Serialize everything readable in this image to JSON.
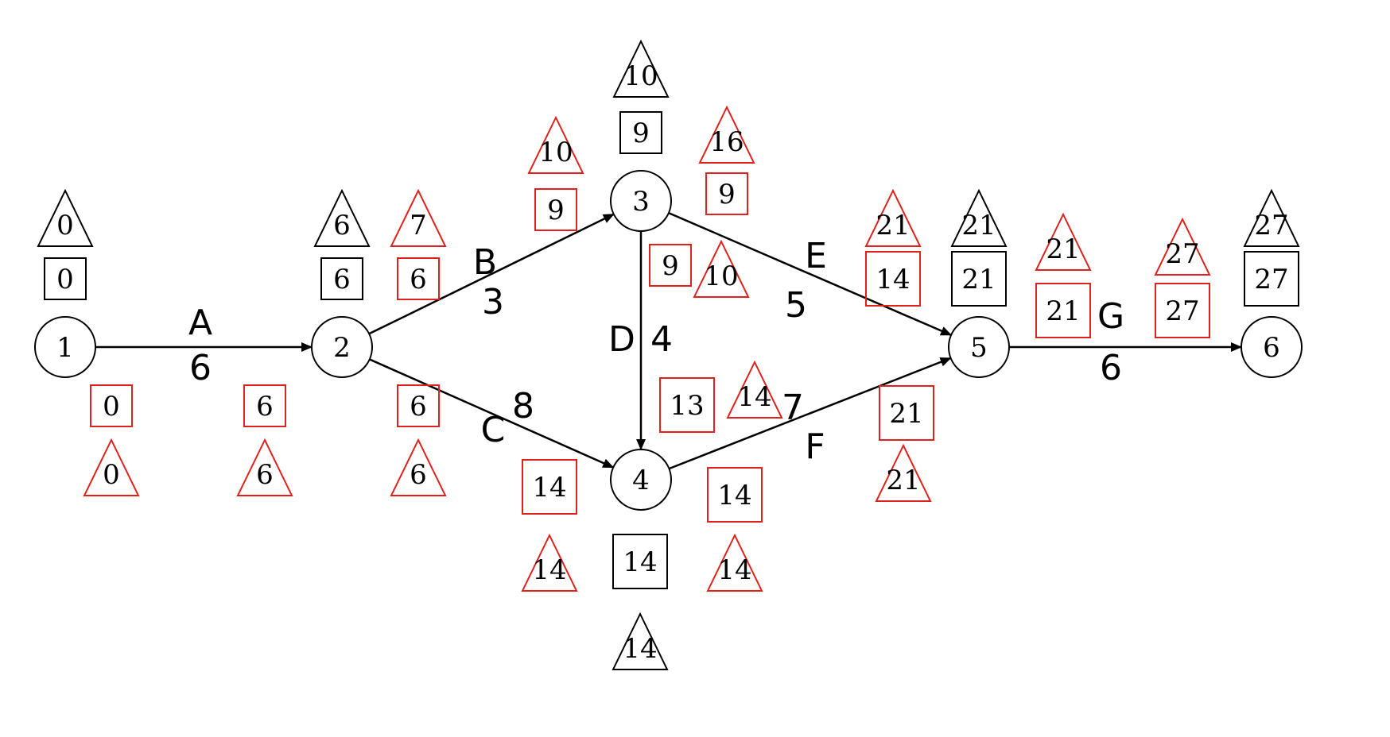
{
  "colors": {
    "black": "#000000",
    "red": "#e0201b"
  },
  "nodes": [
    {
      "id": "1",
      "label": "1"
    },
    {
      "id": "2",
      "label": "2"
    },
    {
      "id": "3",
      "label": "3"
    },
    {
      "id": "4",
      "label": "4"
    },
    {
      "id": "5",
      "label": "5"
    },
    {
      "id": "6",
      "label": "6"
    }
  ],
  "activities": [
    {
      "id": "A",
      "from": "1",
      "to": "2",
      "name": "A",
      "duration": "6"
    },
    {
      "id": "B",
      "from": "2",
      "to": "3",
      "name": "B",
      "duration": "3"
    },
    {
      "id": "C",
      "from": "2",
      "to": "4",
      "name": "C",
      "duration": "8"
    },
    {
      "id": "D",
      "from": "3",
      "to": "4",
      "name": "D",
      "duration": "4"
    },
    {
      "id": "E",
      "from": "3",
      "to": "5",
      "name": "E",
      "duration": "5"
    },
    {
      "id": "F",
      "from": "4",
      "to": "5",
      "name": "F",
      "duration": "7"
    },
    {
      "id": "G",
      "from": "5",
      "to": "6",
      "name": "G",
      "duration": "6"
    }
  ],
  "node_times": [
    {
      "node": "1",
      "square": "0",
      "triangle": "0"
    },
    {
      "node": "2",
      "square": "6",
      "triangle": "6"
    },
    {
      "node": "3",
      "square": "9",
      "triangle": "10"
    },
    {
      "node": "4",
      "square": "14",
      "triangle": "14"
    },
    {
      "node": "5",
      "square": "21",
      "triangle": "21"
    },
    {
      "node": "6",
      "square": "27",
      "triangle": "27"
    }
  ],
  "activity_times": [
    {
      "id": "A-start",
      "square": "0",
      "triangle": "0"
    },
    {
      "id": "A-end",
      "square": "6",
      "triangle": "6"
    },
    {
      "id": "B-start",
      "square": "6",
      "triangle": "7"
    },
    {
      "id": "B-end",
      "square": "9",
      "triangle": "10"
    },
    {
      "id": "C-start",
      "square": "6",
      "triangle": "6"
    },
    {
      "id": "C-end",
      "square": "14",
      "triangle": "14"
    },
    {
      "id": "D-start",
      "square": "9",
      "triangle": "10"
    },
    {
      "id": "D-end",
      "square": "13",
      "triangle": "14"
    },
    {
      "id": "E-start",
      "square": "9",
      "triangle": "16"
    },
    {
      "id": "E-end",
      "square": "14",
      "triangle": "21"
    },
    {
      "id": "F-start",
      "square": "14",
      "triangle": "14"
    },
    {
      "id": "F-end",
      "square": "21",
      "triangle": "21"
    },
    {
      "id": "G-start",
      "square": "21",
      "triangle": "21"
    },
    {
      "id": "G-end",
      "square": "27",
      "triangle": "27"
    }
  ]
}
